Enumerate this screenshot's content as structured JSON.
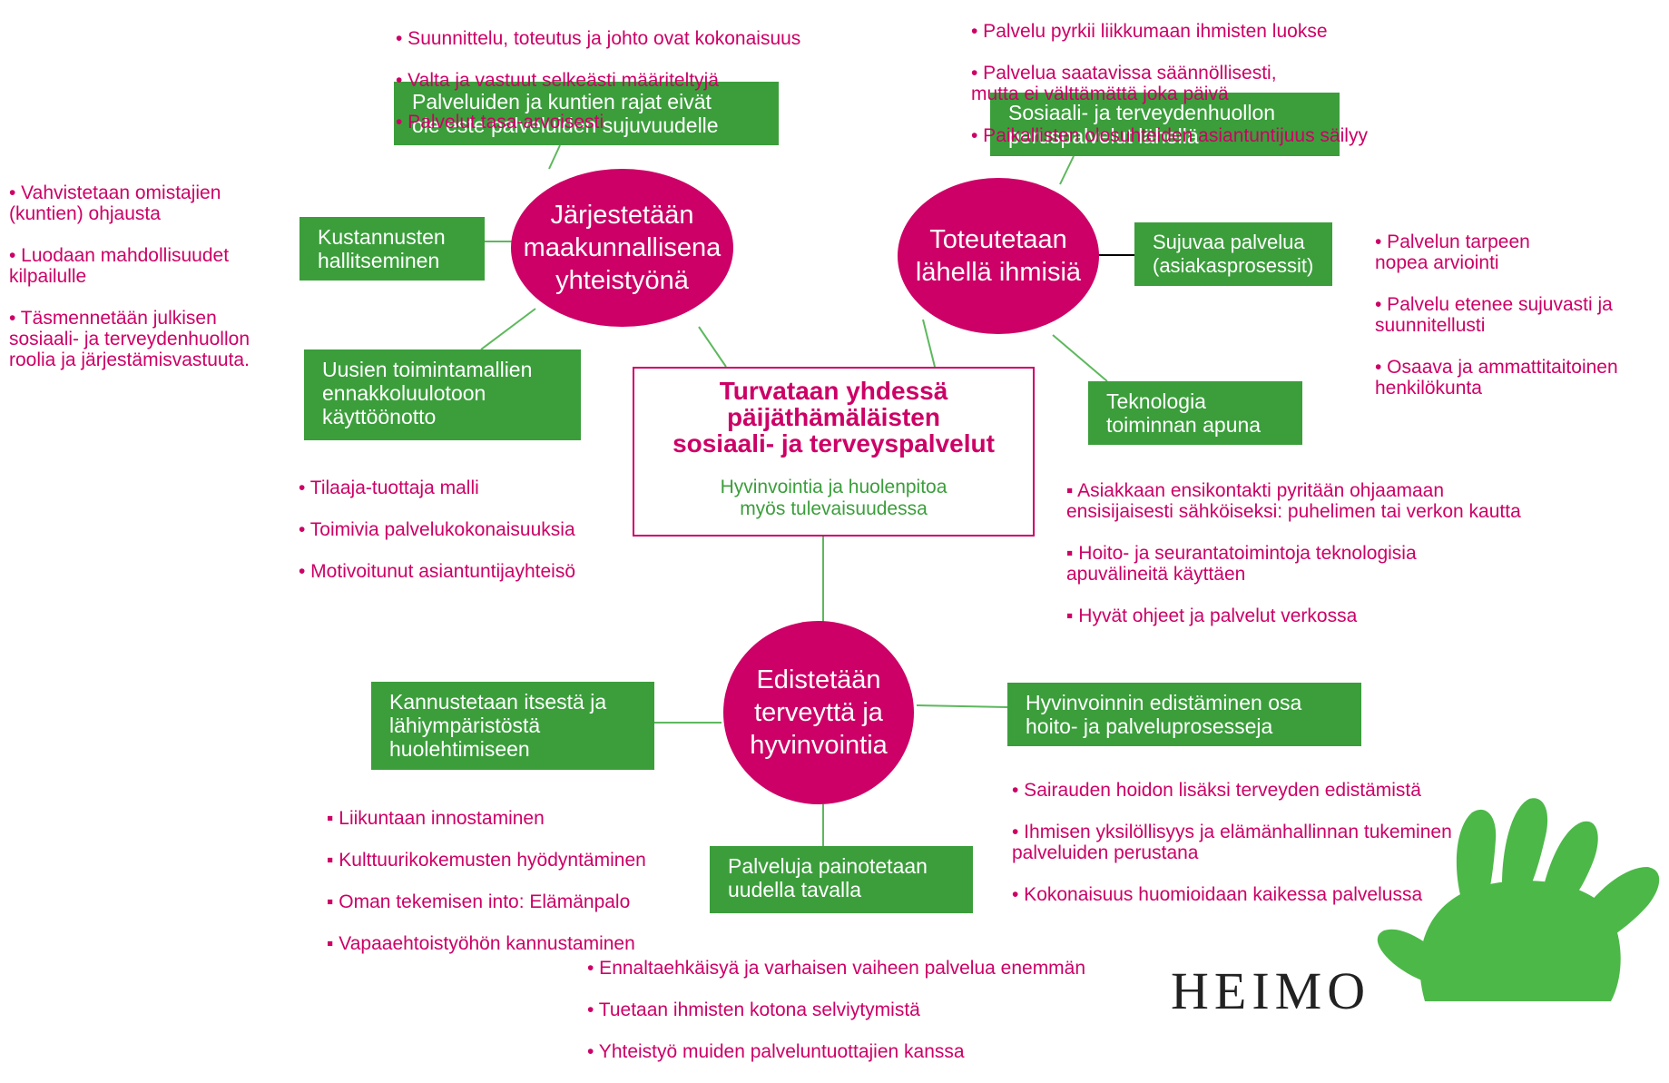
{
  "center": {
    "title": "Turvataan yhdessä\npäijäthämäläisten\nsosiaali- ja terveyspalvelut",
    "subtitle": "Hyvinvointia ja huolenpitoa\nmyös tulevaisuudessa"
  },
  "hubs": {
    "regional": "Järjestetään\nmaakunnallisena\nyhteistyönä",
    "near": "Toteutetaan\nlähellä ihmisiä",
    "health": "Edistetään\nterveyttä ja\nhyvinvointia"
  },
  "boxes": {
    "borders": "Palveluiden ja kuntien rajat eivät\nole este palveluiden sujuvuudelle",
    "costs": "Kustannusten\nhallitseminen",
    "models": "Uusien toimintamallien\nennakkoluulotoon\nkäyttöönotto",
    "basic": "Sosiaali- ja terveydenhuollon\nperuspalvelut lähellä",
    "smooth": "Sujuvaa palvelua\n(asiakasprosessit)",
    "tech": "Teknologia\ntoiminnan apuna",
    "selfcare": "Kannustetaan itsestä ja\nlähiympäristöstä\nhuolehtimiseen",
    "promotion": "Hyvinvoinnin edistäminen osa\nhoito- ja palveluprosesseja",
    "emphasis": "Palveluja painotetaan\nuudella tavalla"
  },
  "bullets": {
    "top_center": [
      "• Suunnittelu, toteutus ja johto ovat kokonaisuus",
      "• Valta ja vastuut selkeästi määriteltyjä",
      "• Palvelut tasa-arvoisesti"
    ],
    "top_right": [
      "• Palvelu pyrkii liikkumaan ihmisten luokse",
      "• Palvelua saatavissa säännöllisesti,\nmutta ei välttämättä joka päivä",
      "• Paikallisten olosuhteiden asiantuntijuus säilyy"
    ],
    "left": [
      "• Vahvistetaan omistajien\n(kuntien) ohjausta",
      "• Luodaan mahdollisuudet\nkilpailulle",
      "• Täsmennetään julkisen\nsosiaali- ja terveydenhuollon\nroolia ja järjestämisvastuuta."
    ],
    "right": [
      "• Palvelun tarpeen\nnopea arviointi",
      "• Palvelu etenee sujuvasti ja\nsuunnitellusti",
      "• Osaava ja ammattitaitoinen\nhenkilökunta"
    ],
    "models": [
      "• Tilaaja-tuottaja malli",
      "• Toimivia palvelukokonaisuuksia",
      "• Motivoitunut asiantuntijayhteisö"
    ],
    "tech": [
      "▪ Asiakkaan ensikontakti pyritään ohjaamaan\nensisijaisesti sähköiseksi: puhelimen tai verkon kautta",
      "▪ Hoito- ja seurantatoimintoja teknologisia\napuvälineitä käyttäen",
      "▪ Hyvät ohjeet ja palvelut verkossa"
    ],
    "selfcare": [
      "▪ Liikuntaan innostaminen",
      "▪ Kulttuurikokemusten hyödyntäminen",
      "▪ Oman tekemisen into: Elämänpalo",
      "▪ Vapaaehtoistyöhön kannustaminen"
    ],
    "promotion": [
      "• Sairauden hoidon lisäksi terveyden edistämistä",
      "• Ihmisen yksilöllisyys ja elämänhallinnan tukeminen\npalveluiden perustana",
      "• Kokonaisuus huomioidaan kaikessa palvelussa"
    ],
    "emphasis": [
      "• Ennaltaehkäisyä ja varhaisen vaiheen palvelua enemmän",
      "• Tuetaan ihmisten kotona selviytymistä",
      "• Yhteistyö muiden palveluntuottajien kanssa"
    ]
  },
  "logo": {
    "word": "HEIMO",
    "icon": "green-hand-print"
  },
  "colors": {
    "magenta": "#CC0066",
    "green": "#3B9E3B",
    "line": "#5DB85D"
  }
}
